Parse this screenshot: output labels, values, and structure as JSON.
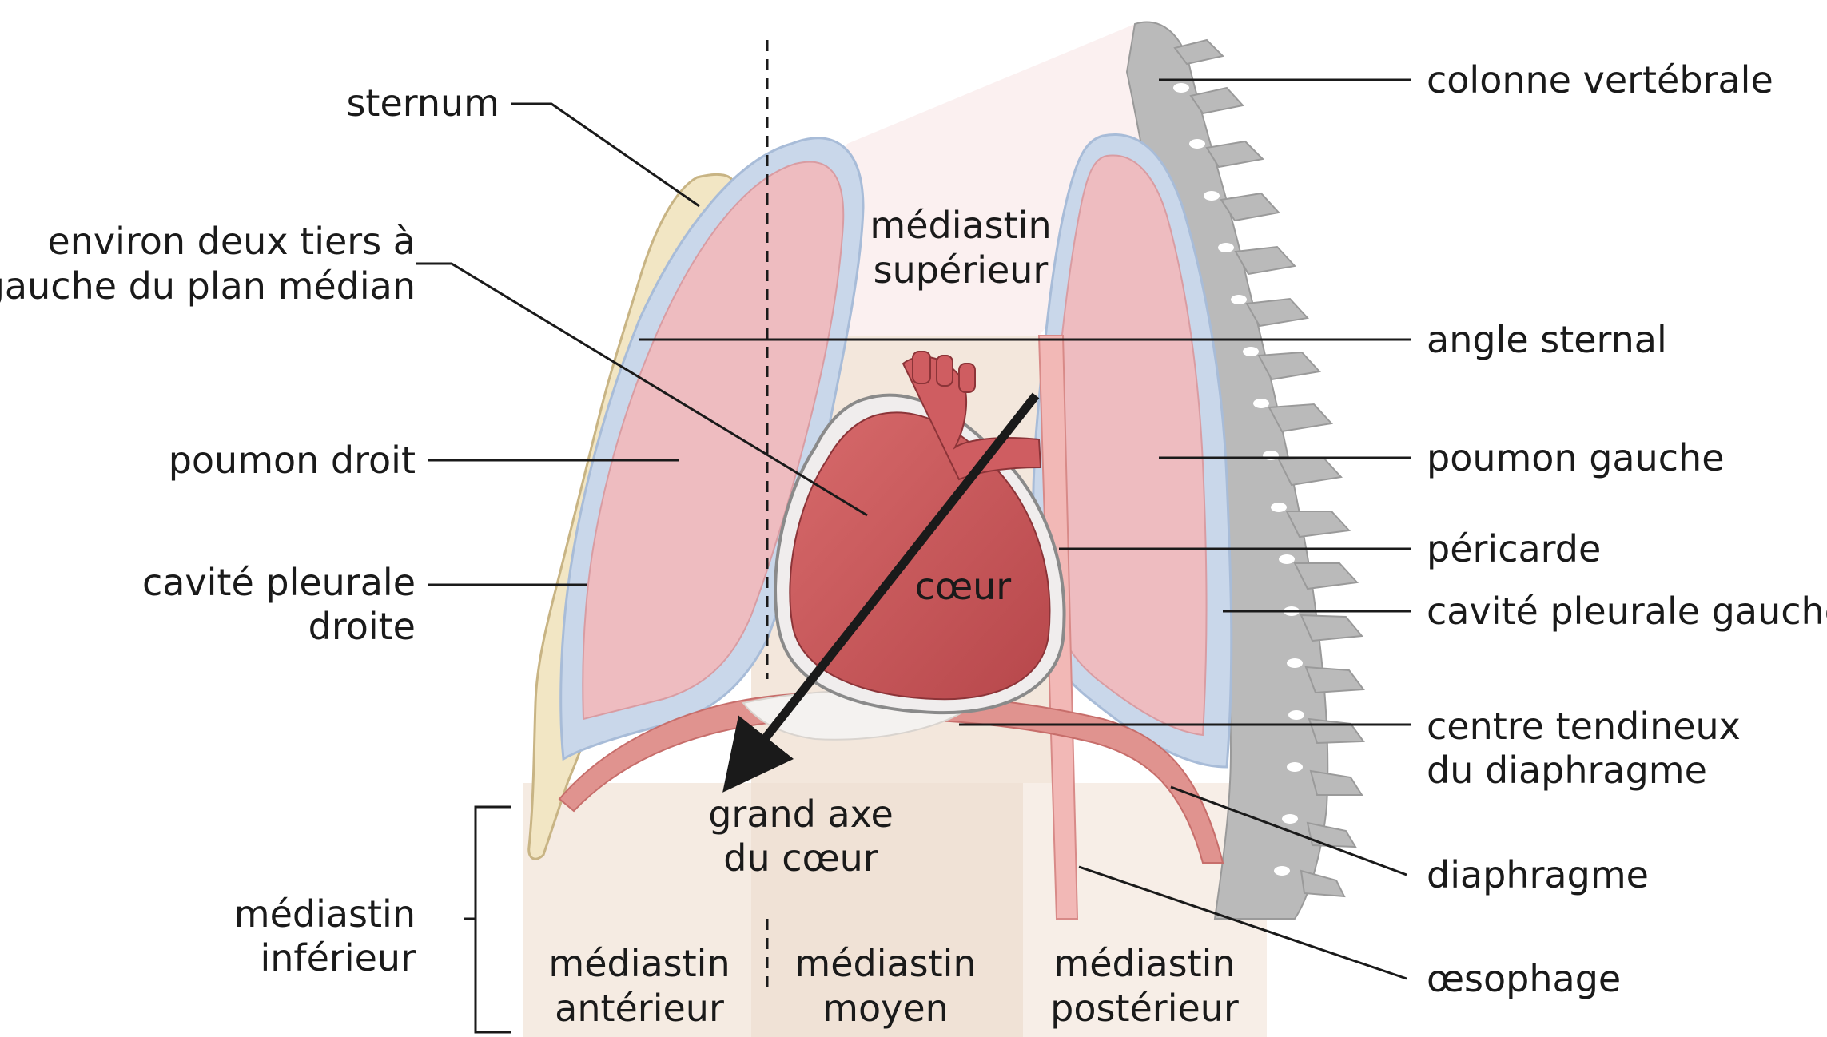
{
  "labels": {
    "sternum": "sternum",
    "deux_tiers_1": "environ deux tiers à",
    "deux_tiers_2": "gauche du plan médian",
    "poumon_droit": "poumon droit",
    "cavite_droite_1": "cavité pleurale",
    "cavite_droite_2": "droite",
    "med_inferieur_1": "médiastin",
    "med_inferieur_2": "inférieur",
    "colonne": "colonne vertébrale",
    "angle_sternal": "angle sternal",
    "poumon_gauche": "poumon gauche",
    "pericarde": "péricarde",
    "cavite_gauche": "cavité pleurale gauche",
    "centre_tendineux_1": "centre tendineux",
    "centre_tendineux_2": "du diaphragme",
    "diaphragme": "diaphragme",
    "oesophage": "œsophage",
    "med_superieur_1": "médiastin",
    "med_superieur_2": "supérieur",
    "coeur": "cœur",
    "grand_axe_1": "grand axe",
    "grand_axe_2": "du cœur",
    "med_anterieur_1": "médiastin",
    "med_anterieur_2": "antérieur",
    "med_moyen_1": "médiastin",
    "med_moyen_2": "moyen",
    "med_posterieur_1": "médiastin",
    "med_posterieur_2": "postérieur"
  },
  "colors": {
    "lung": "#eebcc0",
    "pleura": "#c9d7ea",
    "heart": "#c9565a",
    "sternum": "#f2e6c4",
    "vertebra": "#b9b9b9",
    "diaphragm": "#d98a86",
    "mediastinum_shade": "#f1e2d6",
    "leader_line": "#1a1a1a"
  }
}
